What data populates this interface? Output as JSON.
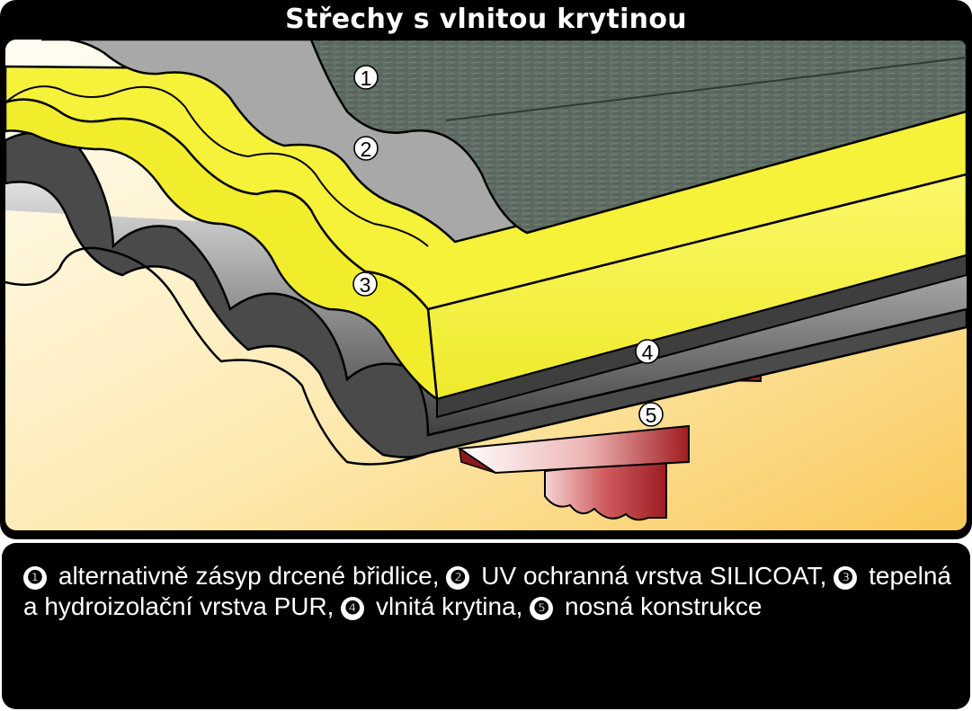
{
  "title": "Střechy s vlnitou krytinou",
  "callouts": [
    "1",
    "2",
    "3",
    "4",
    "5"
  ],
  "caption": {
    "items": [
      {
        "num": "❶",
        "text": "alternativně zásyp drcené břidlice,"
      },
      {
        "num": "❷",
        "text": "UV ochranná vrstva SILICOAT,"
      },
      {
        "num": "❸",
        "text": "tepelná a hydroizolační vrstva PUR,"
      },
      {
        "num": "❹",
        "text": "vlnitá krytina,"
      },
      {
        "num": "❺",
        "text": "nosná konstrukce"
      }
    ]
  },
  "colors": {
    "foam": "#f6f23a",
    "slate": "#5e6b62",
    "silicoat": "#a5a5a5",
    "sheet": "#5b5b5b",
    "beam": "#b8383c",
    "background_warm": "#fde7a8"
  }
}
